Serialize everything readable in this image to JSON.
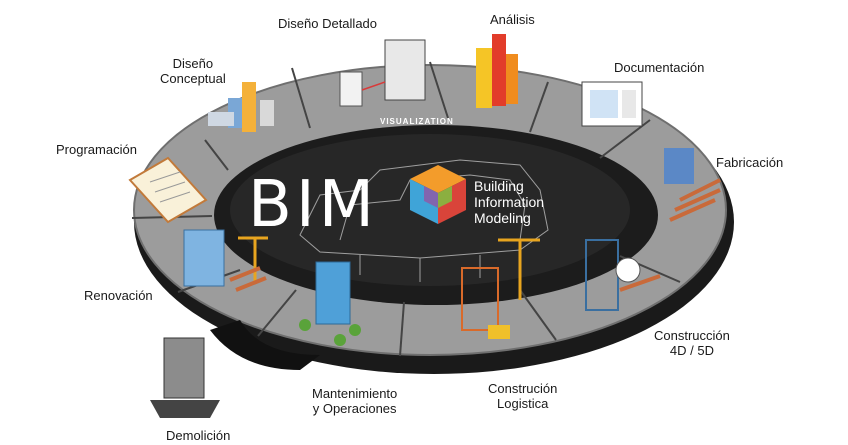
{
  "center": {
    "acronym": "BIM",
    "line1": "Building",
    "line2": "Information",
    "line3": "Modeling"
  },
  "ring_label": "VISUALIZATION",
  "stages": {
    "diseno_detallado": "Diseño Detallado",
    "analisis": "Análisis",
    "diseno_conceptual_1": "Diseño",
    "diseno_conceptual_2": "Conceptual",
    "documentacion": "Documentación",
    "programacion": "Programación",
    "fabricacion": "Fabricación",
    "renovacion": "Renovación",
    "construccion_1": "Construcción",
    "construccion_2": "4D / 5D",
    "mantenimiento_1": "Mantenimiento",
    "mantenimiento_2": "y Operaciones",
    "logistica_1": "Construción",
    "logistica_2": "Logistica",
    "demolicion": "Demolición"
  },
  "colors": {
    "ring": "#9a9a9a",
    "ring_edge": "#6f6f6f",
    "center": "#1c1c1c",
    "cube_orange": "#f39c2b",
    "cube_red": "#d9443a",
    "cube_blue": "#3fa4d8",
    "cube_green": "#7dc242",
    "cube_purple": "#8e5aa8"
  }
}
